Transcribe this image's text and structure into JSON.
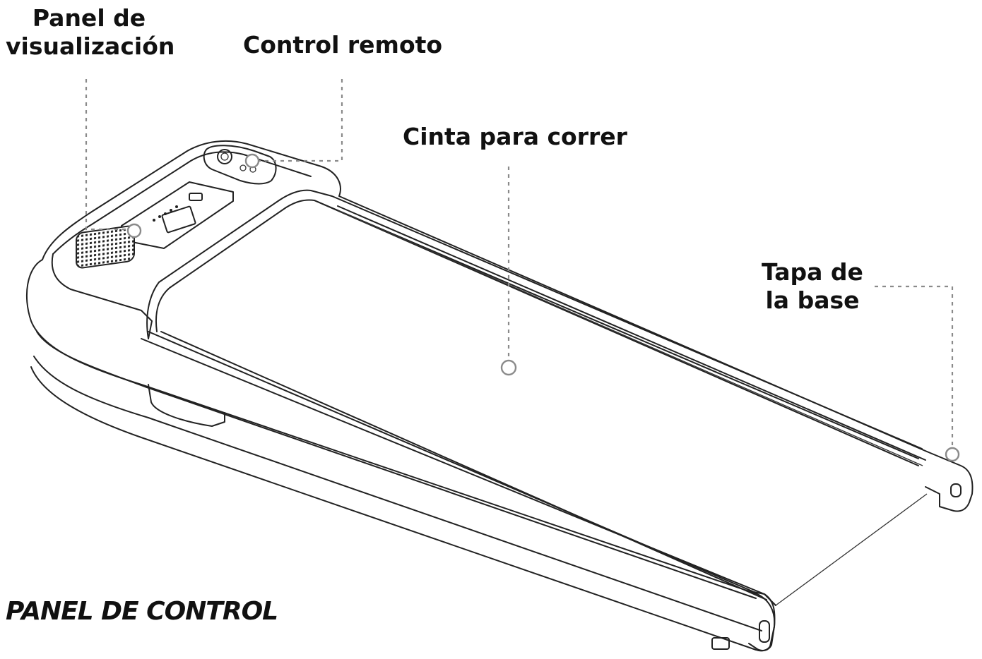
{
  "diagram": {
    "title": "PANEL DE CONTROL",
    "callouts": {
      "display_panel": [
        "Panel de",
        "visualización"
      ],
      "remote_control": [
        "Control remoto"
      ],
      "running_belt": [
        "Cinta para correr"
      ],
      "base_cover": [
        "Tapa de",
        "la base"
      ]
    }
  }
}
